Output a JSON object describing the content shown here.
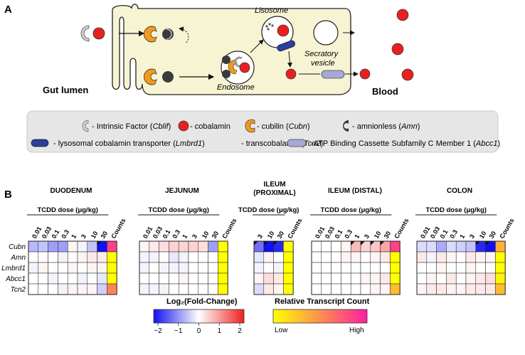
{
  "panel_a": {
    "label": "A",
    "gut_lumen": "Gut lumen",
    "blood": "Blood",
    "lisosome": "Lisosome",
    "endosome": "Endosome",
    "secratory_vesicle": [
      "Secratory",
      "vesicle"
    ]
  },
  "legend": {
    "items": [
      {
        "icon": "intrinsic-factor-icon",
        "pre": "- Intrinsic Factor (",
        "gene": "Cblif",
        "post": ")"
      },
      {
        "icon": "cobalamin-icon",
        "pre": "- cobalamin",
        "gene": "",
        "post": ""
      },
      {
        "icon": "cubilin-icon",
        "pre": "- cubilin (",
        "gene": "Cubn",
        "post": ")"
      },
      {
        "icon": "amnionless-icon",
        "pre": "- amnionless (",
        "gene": "Amn",
        "post": ")"
      },
      {
        "icon": "lysosomal-transporter-icon",
        "pre": "- lysosomal cobalamin transporter (",
        "gene": "Lmbrd1",
        "post": ")"
      },
      {
        "icon": "transcobalamin-icon",
        "pre": "- transcobalamin (",
        "gene": "Tcn2",
        "post": ")"
      },
      {
        "icon": "abc-transporter-icon",
        "pre": "-ATP Binding Cassette Subfamily C Member 1 (",
        "gene": "Abcc1",
        "post": ")"
      }
    ]
  },
  "panel_b": {
    "label": "B",
    "dose_label": "TCDD dose (μg/kg)",
    "counts_label": "Counts",
    "genes": [
      "Cubn",
      "Amn",
      "Lmbrd1",
      "Abcc1",
      "Tcn2"
    ]
  },
  "chart_data": {
    "type": "heatmap",
    "color_scale": {
      "title": "Log₂(Fold-Change)",
      "ticks": [
        "−2",
        "−1",
        "0",
        "1",
        "2"
      ],
      "range": [
        -2,
        2
      ],
      "colors": {
        "low": "#1010f0",
        "mid": "#ffffff",
        "high": "#f02020"
      }
    },
    "count_scale": {
      "title": "Relative Transcript Count",
      "low_label": "Low",
      "high_label": "High",
      "colors": {
        "low": "#ffff00",
        "high": "#ff1fa0"
      }
    },
    "sections": [
      {
        "name": "DUODENUM",
        "doses": [
          "0.01",
          "0.03",
          "0.1",
          "0.3",
          "1",
          "3",
          "10",
          "30"
        ],
        "fc": [
          [
            -0.6,
            -0.5,
            -0.8,
            -0.8,
            0.1,
            -0.1,
            -0.5,
            -2.0
          ],
          [
            0.0,
            0.0,
            0.0,
            -0.1,
            0.0,
            0.1,
            0.2,
            0.2
          ],
          [
            -0.1,
            0.1,
            0.0,
            0.0,
            0.1,
            0.0,
            0.1,
            0.1
          ],
          [
            0.0,
            0.0,
            -0.1,
            0.0,
            0.0,
            -0.1,
            0.0,
            -0.2
          ],
          [
            0.0,
            0.0,
            0.0,
            -0.1,
            0.1,
            0.1,
            0.1,
            -0.4
          ]
        ],
        "sig": [
          [
            7
          ],
          [],
          [],
          [],
          []
        ],
        "counts": [
          0.85,
          0.0,
          0.0,
          0.0,
          0.55
        ]
      },
      {
        "name": "JEJUNUM",
        "doses": [
          "0.01",
          "0.03",
          "0.1",
          "0.3",
          "1",
          "3",
          "10",
          "30"
        ],
        "fc": [
          [
            0.1,
            0.2,
            0.3,
            0.4,
            0.4,
            0.4,
            0.3,
            -0.8
          ],
          [
            -0.1,
            -0.1,
            0.0,
            -0.2,
            -0.1,
            0.0,
            0.0,
            0.0
          ],
          [
            -0.1,
            0.0,
            -0.1,
            -0.1,
            -0.1,
            0.0,
            0.0,
            0.0
          ],
          [
            0.0,
            0.0,
            0.0,
            0.0,
            0.1,
            0.0,
            0.0,
            0.0
          ],
          [
            -0.1,
            -0.1,
            -0.1,
            0.0,
            0.0,
            0.0,
            0.0,
            0.0
          ]
        ],
        "sig": [
          [],
          [],
          [],
          [],
          []
        ],
        "counts": [
          0.0,
          0.0,
          0.0,
          0.0,
          0.0
        ]
      },
      {
        "name": "ILEUM\n(PROXIMAL)",
        "doses": [
          "3",
          "10",
          "30"
        ],
        "fc": [
          [
            -1.2,
            -2.0,
            -1.8
          ],
          [
            -0.2,
            0.1,
            0.0
          ],
          [
            -0.1,
            0.0,
            -0.1
          ],
          [
            0.1,
            0.3,
            0.2
          ],
          [
            -0.3,
            0.2,
            0.1
          ]
        ],
        "sig": [
          [
            0,
            1,
            2
          ],
          [],
          [],
          [],
          []
        ],
        "counts": [
          0.0,
          0.0,
          0.0,
          0.0,
          0.0
        ]
      },
      {
        "name": "ILEUM (DISTAL)",
        "doses": [
          "0.01",
          "0.03",
          "0.1",
          "0.3",
          "1",
          "3",
          "10",
          "30"
        ],
        "fc": [
          [
            0.0,
            0.0,
            0.0,
            0.1,
            0.6,
            0.4,
            0.5,
            0.8
          ],
          [
            0.0,
            0.0,
            0.0,
            0.1,
            0.1,
            0.0,
            0.1,
            0.2
          ],
          [
            0.0,
            0.0,
            0.0,
            0.0,
            0.0,
            0.0,
            0.0,
            0.0
          ],
          [
            0.0,
            0.0,
            0.0,
            0.0,
            0.0,
            0.1,
            0.1,
            0.2
          ],
          [
            0.0,
            0.0,
            0.0,
            0.0,
            0.0,
            0.0,
            0.1,
            0.1
          ]
        ],
        "sig": [
          [
            4,
            5,
            6,
            7
          ],
          [],
          [],
          [],
          []
        ],
        "counts": [
          0.85,
          0.0,
          0.0,
          0.0,
          0.3
        ]
      },
      {
        "name": "COLON",
        "doses": [
          "0.01",
          "0.03",
          "0.1",
          "0.3",
          "1",
          "3",
          "10",
          "30"
        ],
        "fc": [
          [
            -0.3,
            -0.3,
            -0.7,
            -0.3,
            -0.4,
            -0.5,
            -1.8,
            -2.0
          ],
          [
            0.2,
            -0.1,
            0.2,
            0.1,
            0.0,
            0.2,
            0.1,
            0.1
          ],
          [
            0.0,
            0.0,
            0.1,
            0.0,
            0.0,
            0.1,
            0.0,
            0.0
          ],
          [
            0.0,
            0.1,
            0.0,
            0.2,
            0.0,
            0.1,
            0.2,
            0.3
          ],
          [
            0.1,
            0.2,
            0.2,
            0.1,
            0.1,
            0.2,
            0.2,
            0.2
          ]
        ],
        "sig": [
          [
            6,
            7
          ],
          [],
          [],
          [],
          []
        ],
        "counts": [
          0.35,
          0.0,
          0.0,
          0.05,
          0.3
        ]
      }
    ]
  }
}
